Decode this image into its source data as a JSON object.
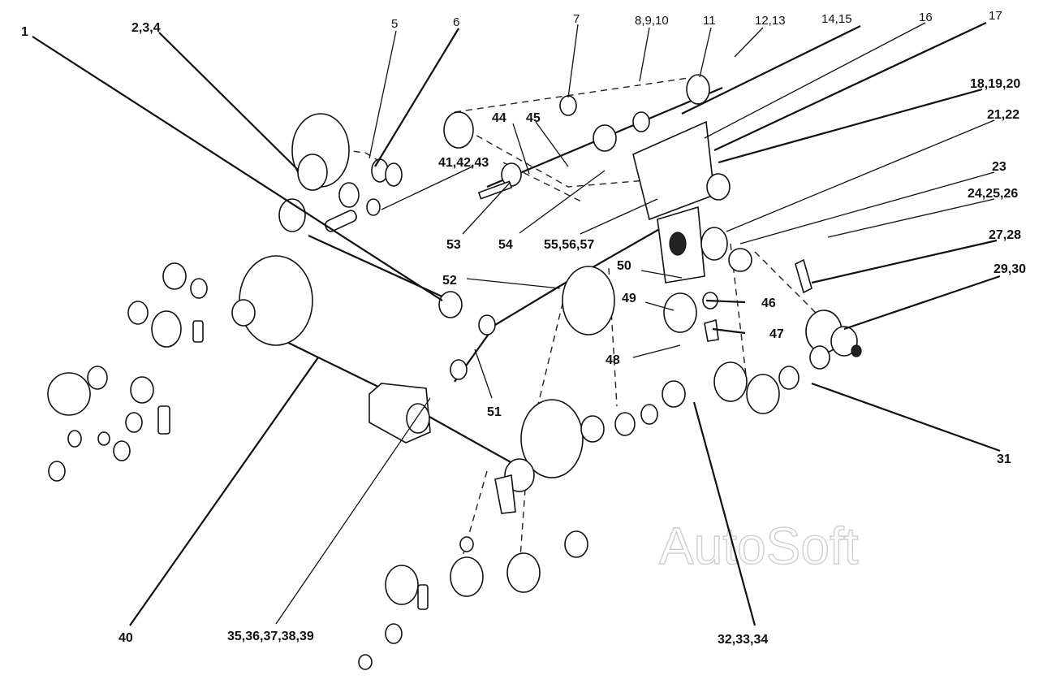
{
  "watermark": "AutoSoft",
  "callouts": [
    {
      "id": "c1",
      "label": "1"
    },
    {
      "id": "c2",
      "label": "2,3,4"
    },
    {
      "id": "c5",
      "label": "5"
    },
    {
      "id": "c6",
      "label": "6"
    },
    {
      "id": "c7",
      "label": "7"
    },
    {
      "id": "c8",
      "label": "8,9,10"
    },
    {
      "id": "c11",
      "label": "11"
    },
    {
      "id": "c12",
      "label": "12,13"
    },
    {
      "id": "c14",
      "label": "14,15"
    },
    {
      "id": "c16",
      "label": "16"
    },
    {
      "id": "c17",
      "label": "17"
    },
    {
      "id": "c18",
      "label": "18,19,20"
    },
    {
      "id": "c21",
      "label": "21,22"
    },
    {
      "id": "c23",
      "label": "23"
    },
    {
      "id": "c24",
      "label": "24,25,26"
    },
    {
      "id": "c27",
      "label": "27,28"
    },
    {
      "id": "c29",
      "label": "29,30"
    },
    {
      "id": "c31",
      "label": "31"
    },
    {
      "id": "c32",
      "label": "32,33,34"
    },
    {
      "id": "c35",
      "label": "35,36,37,38,39"
    },
    {
      "id": "c40",
      "label": "40"
    },
    {
      "id": "c41",
      "label": "41,42,43"
    },
    {
      "id": "c44",
      "label": "44"
    },
    {
      "id": "c45",
      "label": "45"
    },
    {
      "id": "c46",
      "label": "46"
    },
    {
      "id": "c47",
      "label": "47"
    },
    {
      "id": "c48",
      "label": "48"
    },
    {
      "id": "c49",
      "label": "49"
    },
    {
      "id": "c50",
      "label": "50"
    },
    {
      "id": "c51",
      "label": "51"
    },
    {
      "id": "c52",
      "label": "52"
    },
    {
      "id": "c53",
      "label": "53"
    },
    {
      "id": "c54",
      "label": "54"
    },
    {
      "id": "c55",
      "label": "55,56,57"
    }
  ]
}
